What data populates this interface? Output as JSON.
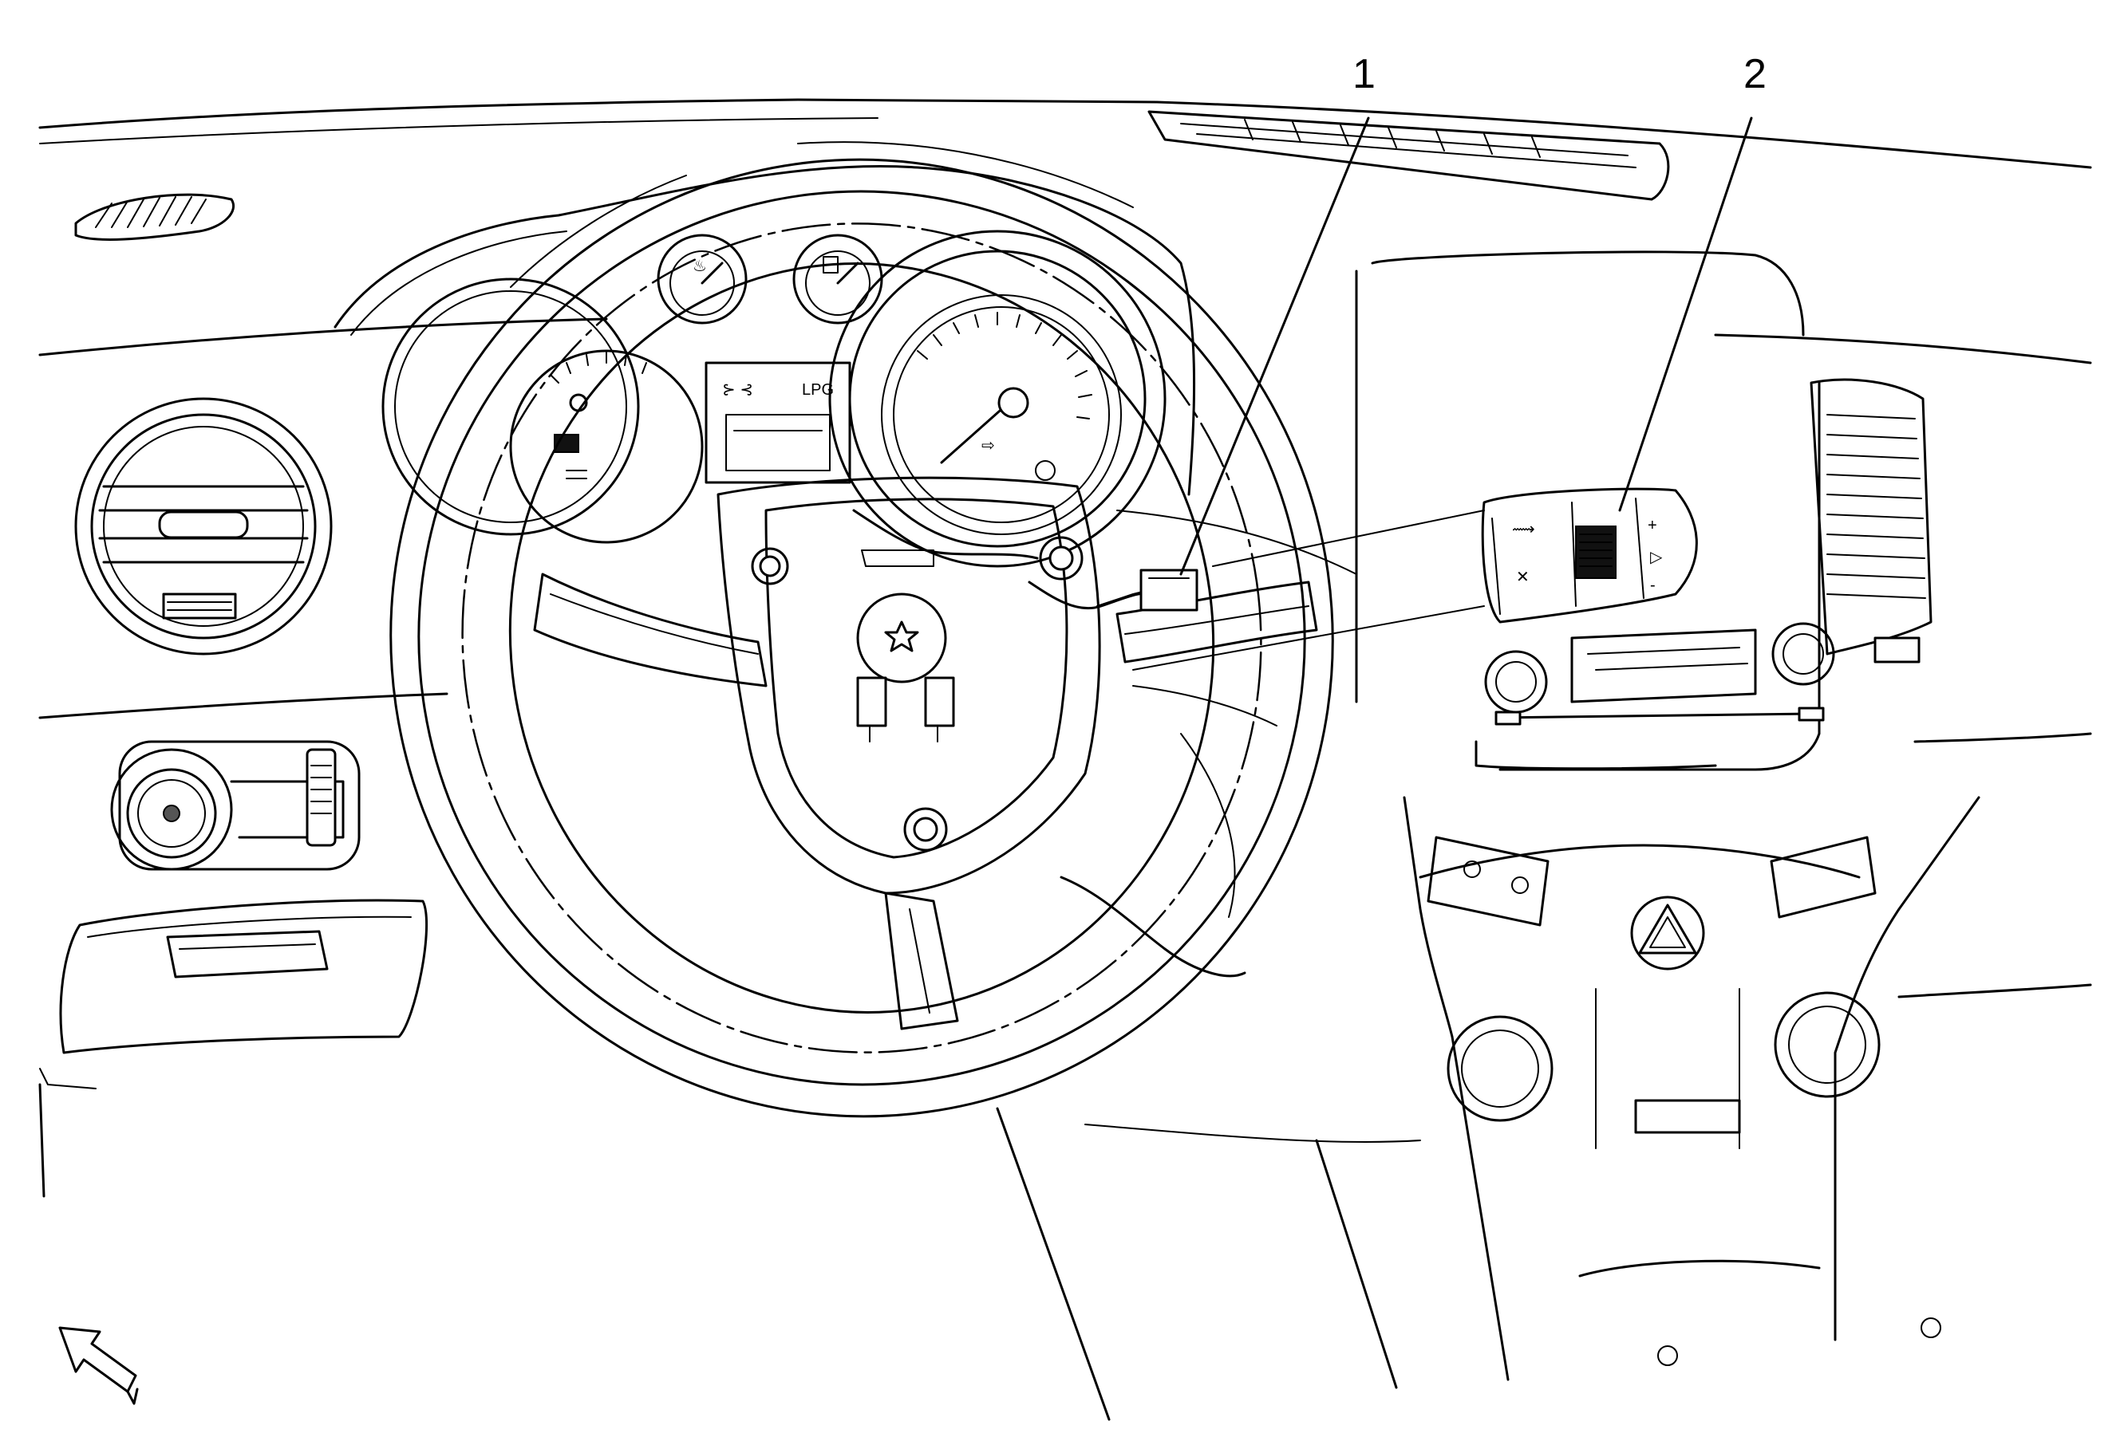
{
  "callouts": [
    {
      "id": "1",
      "label": "1"
    },
    {
      "id": "2",
      "label": "2"
    }
  ],
  "cluster": {
    "indicator_label": "LPG"
  },
  "colors": {
    "line": "#000000",
    "background": "#ffffff"
  },
  "icons": [
    "steering-wheel",
    "instrument-cluster",
    "air-vent",
    "headlamp-switch",
    "hazard-switch",
    "steering-wheel-control-switch",
    "view-direction-arrow"
  ]
}
